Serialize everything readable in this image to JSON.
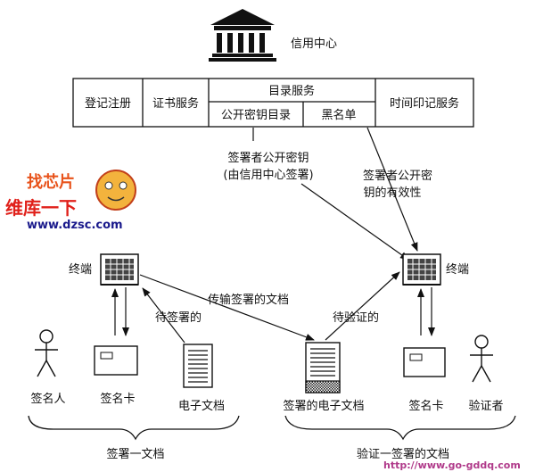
{
  "bank": {
    "icon": "bank-building-icon",
    "label": "信用中心"
  },
  "services": {
    "registration": "登记注册",
    "certificate": "证书服务",
    "directory": "目录服务",
    "public_key_dir": "公开密钥目录",
    "blacklist": "黑名单",
    "timestamp": "时间印记服务"
  },
  "edge_labels": {
    "signer_pubkey_line1": "签署者公开密钥",
    "signer_pubkey_line2": "(由信用中心签署)",
    "validity_line1": "签署者公开密",
    "validity_line2": "钥的有效性",
    "transmit": "传输签署的文档",
    "to_sign": "待签署的",
    "to_verify": "待验证的"
  },
  "nodes": {
    "terminal_left": "终端",
    "terminal_right": "终端",
    "signer": "签名人",
    "sign_card_left": "签名卡",
    "e_document": "电子文档",
    "signed_e_document": "签署的电子文档",
    "sign_card_right": "签名卡",
    "verifier": "验证者"
  },
  "groups": {
    "sign_document": "签署一文档",
    "verify_document": "验证一签署的文档"
  },
  "watermark": {
    "logo_text": "找芯片",
    "brand": "维库一下",
    "site": "www.dzsc.com",
    "footer_url": "http://www.go-gddq.com"
  }
}
